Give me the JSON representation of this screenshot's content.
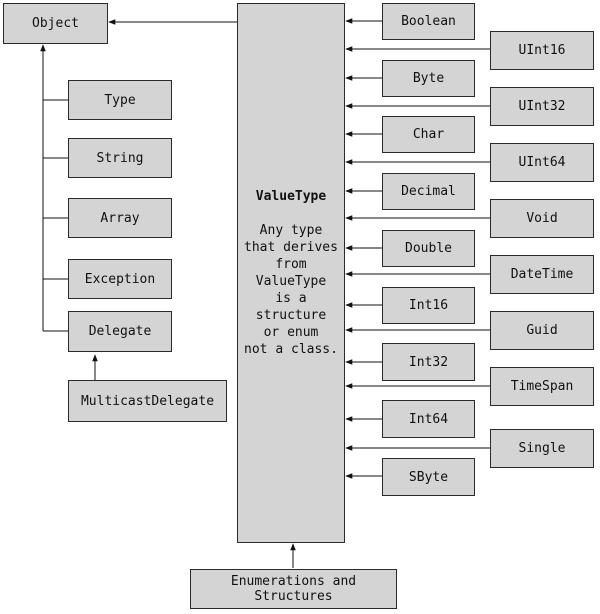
{
  "object": "Object",
  "left_types": [
    "Type",
    "String",
    "Array",
    "Exception",
    "Delegate"
  ],
  "multicast": "MulticastDelegate",
  "value_type": {
    "title": "ValueType",
    "description": "Any type\nthat derives\nfrom\nValueType\nis a\nstructure\nor enum\nnot a class."
  },
  "inner_value_types": [
    "Boolean",
    "Byte",
    "Char",
    "Decimal",
    "Double",
    "Int16",
    "Int32",
    "Int64",
    "SByte"
  ],
  "outer_value_types": [
    "UInt16",
    "UInt32",
    "UInt64",
    "Void",
    "DateTime",
    "Guid",
    "TimeSpan",
    "Single"
  ],
  "enums_structs": "Enumerations and Structures"
}
